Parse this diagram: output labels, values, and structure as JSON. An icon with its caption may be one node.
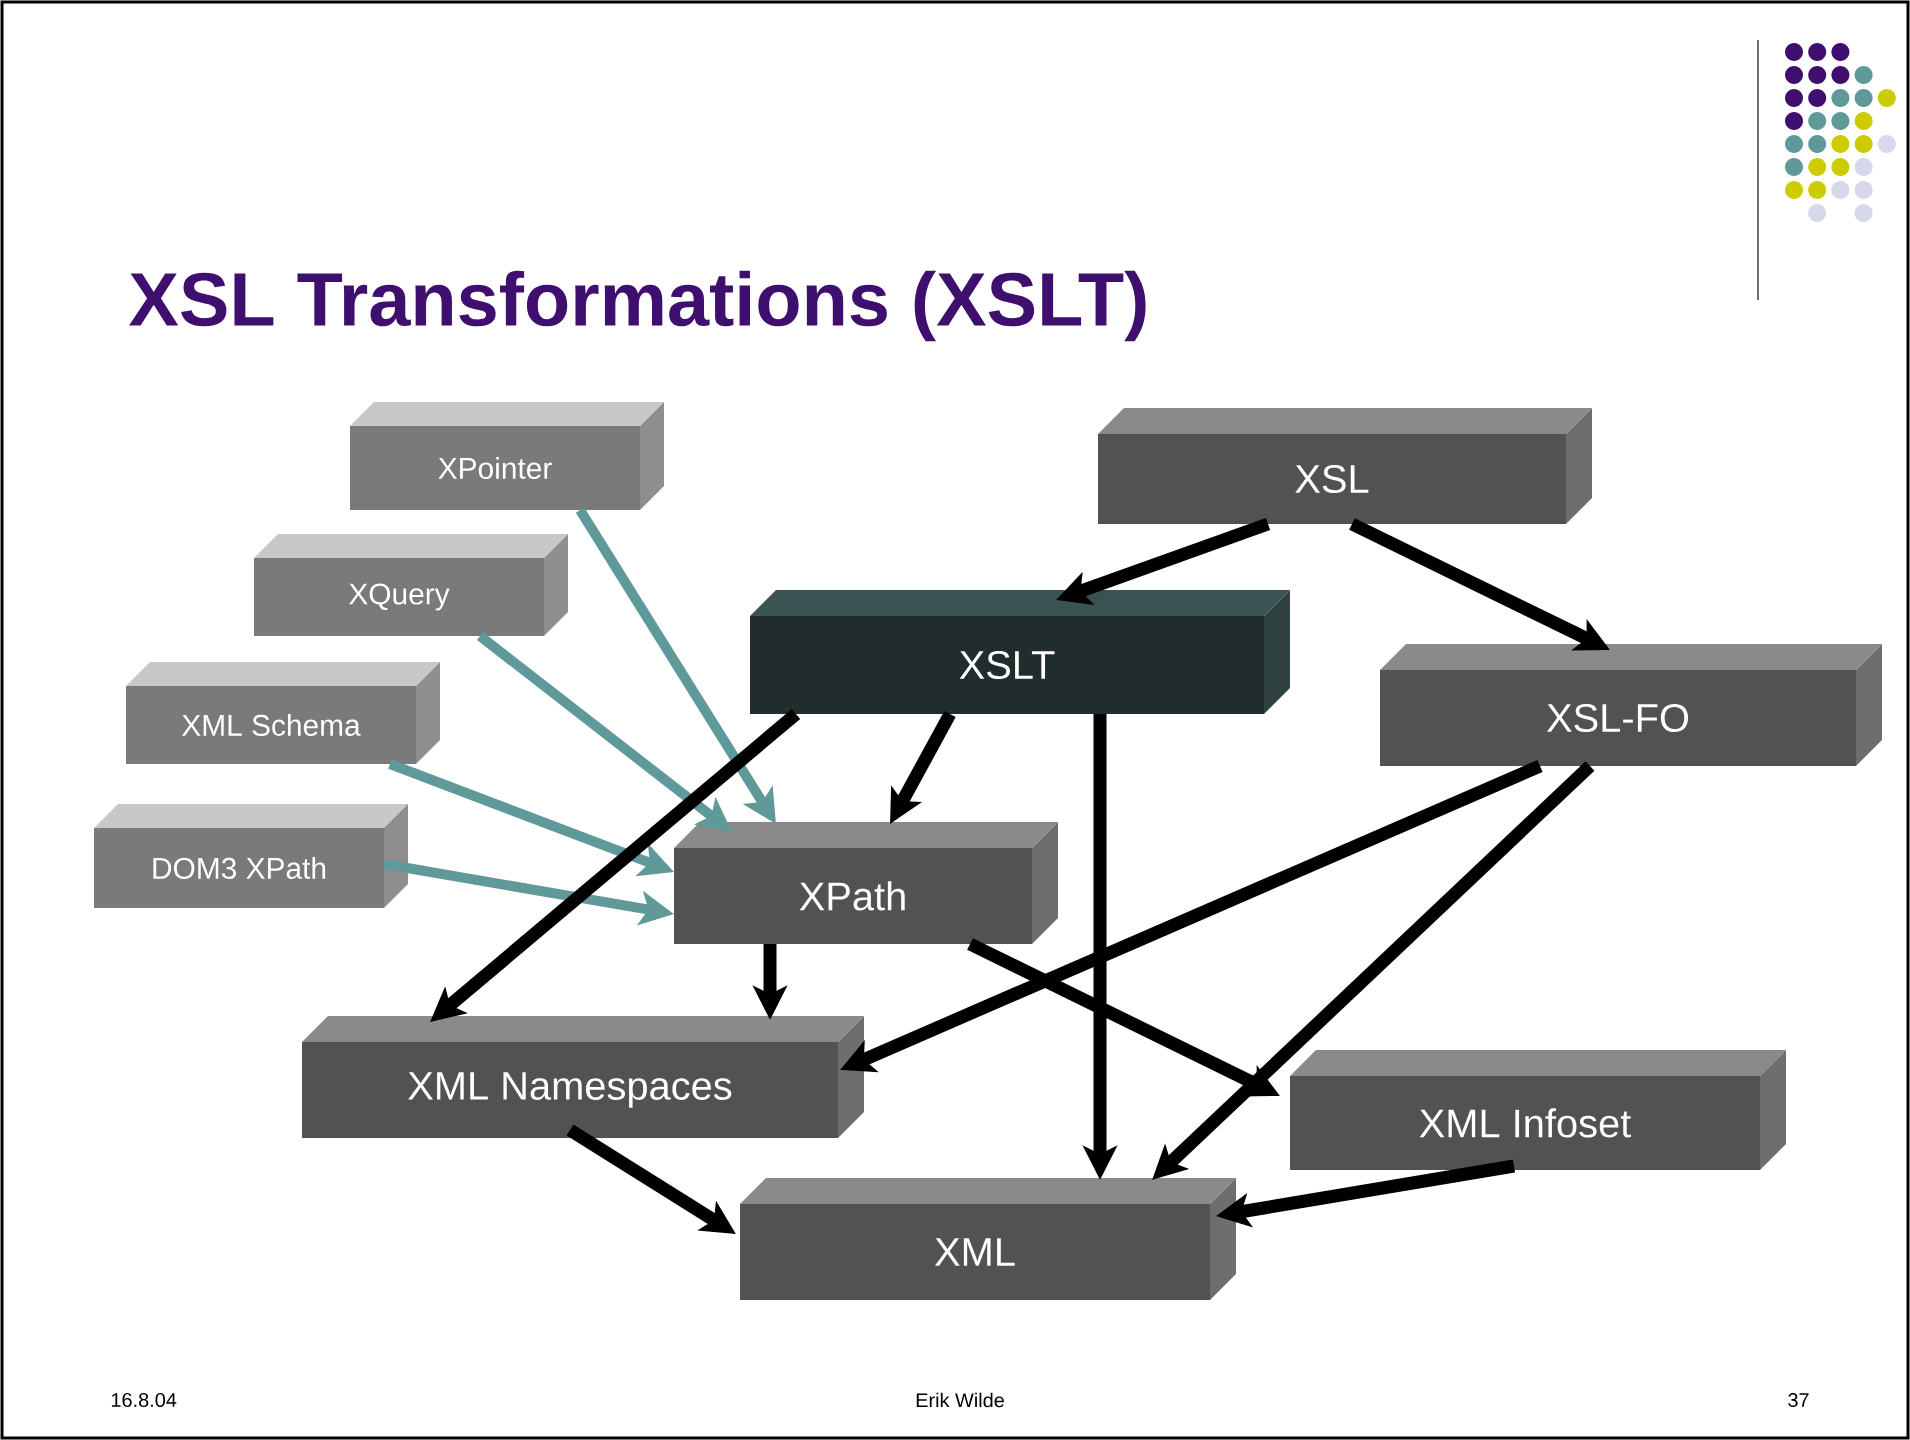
{
  "diagram": {
    "title": "XSL Transformations (XSLT)",
    "nodes": [
      {
        "text": [
          "XPointer"
        ]
      },
      {
        "text": [
          "XSL"
        ]
      },
      {
        "text": [
          "XQuery"
        ]
      },
      {
        "text": [
          "XSLT"
        ]
      },
      {
        "text": [
          "XSL-FO"
        ]
      },
      {
        "text": [
          "XML Schema"
        ]
      },
      {
        "text": [
          "DOM3 XPath"
        ]
      },
      {
        "text": [
          "XPath"
        ]
      },
      {
        "text": [
          "XML Namespaces"
        ]
      },
      {
        "text": [
          "XML Infoset"
        ]
      },
      {
        "text": [
          "XML"
        ]
      }
    ],
    "edges": [
      {
        "from": 1,
        "to": 3,
        "arrow": "to"
      },
      {
        "from": 1,
        "to": 4,
        "arrow": "to"
      },
      {
        "from": 0,
        "to": 7,
        "arrow": "to",
        "color": "#5f9999"
      },
      {
        "from": 2,
        "to": 7,
        "arrow": "to",
        "color": "#5f9999"
      },
      {
        "from": 5,
        "to": 7,
        "arrow": "to",
        "color": "#5f9999"
      },
      {
        "from": 6,
        "to": 7,
        "arrow": "to",
        "color": "#5f9999"
      },
      {
        "from": 3,
        "to": 8,
        "arrow": "to"
      },
      {
        "from": 3,
        "to": 7,
        "arrow": "to"
      },
      {
        "from": 3,
        "to": 10,
        "arrow": "to"
      },
      {
        "from": 4,
        "to": 8,
        "arrow": "to"
      },
      {
        "from": 4,
        "to": 10,
        "arrow": "to"
      },
      {
        "from": 7,
        "to": 8,
        "arrow": "to"
      },
      {
        "from": 7,
        "to": 9,
        "arrow": "to"
      },
      {
        "from": 8,
        "to": 10,
        "arrow": "to"
      },
      {
        "from": 9,
        "to": 10,
        "arrow": "to"
      }
    ],
    "labels": [
      "16.8.04",
      "Erik Wilde",
      "37"
    ]
  }
}
